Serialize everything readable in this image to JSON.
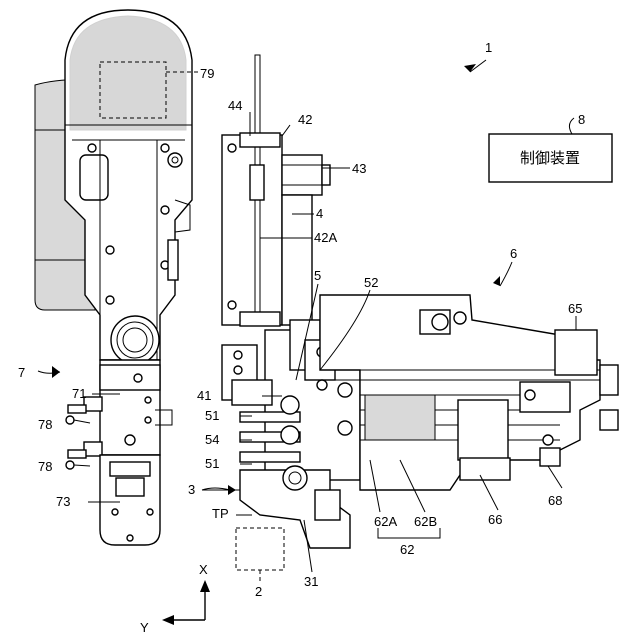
{
  "labels": {
    "l1": "1",
    "l2": "2",
    "l3": "3",
    "l4": "4",
    "l5": "5",
    "l6": "6",
    "l7": "7",
    "l8": "8",
    "l31": "31",
    "l41": "41",
    "l42": "42",
    "l42a": "42A",
    "l43": "43",
    "l44": "44",
    "l51a": "51",
    "l51b": "51",
    "l52": "52",
    "l54": "54",
    "l62": "62",
    "l62a": "62A",
    "l62b": "62B",
    "l65": "65",
    "l66": "66",
    "l68": "68",
    "l71": "71",
    "l73": "73",
    "l78a": "78",
    "l78b": "78",
    "l79": "79",
    "tp": "TP",
    "axis_x": "X",
    "axis_y": "Y"
  },
  "control_box": {
    "text": "制御装置"
  }
}
